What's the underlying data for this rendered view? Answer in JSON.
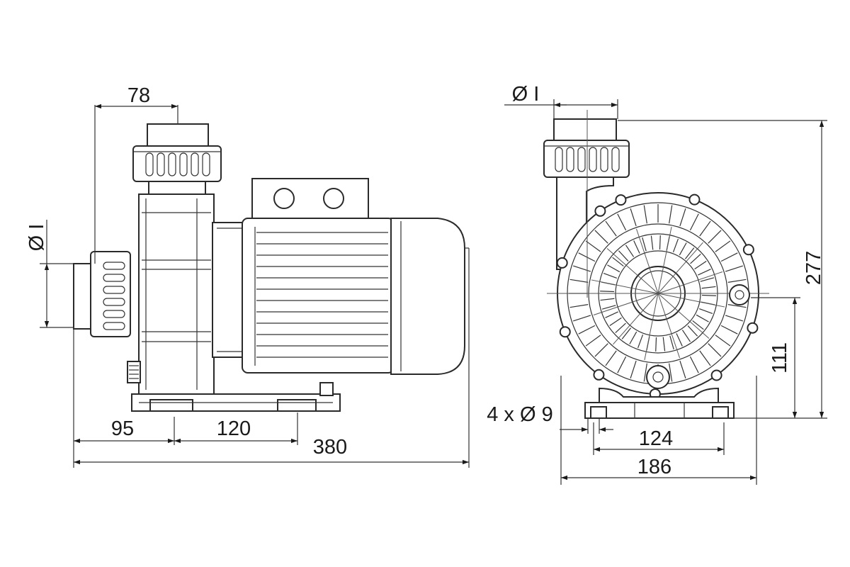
{
  "colors": {
    "ink": "#2a2a2a",
    "background": "#ffffff"
  },
  "side_view": {
    "inlet_width": "78",
    "inlet_diameter": "Ø I",
    "dim_95": "95",
    "dim_120": "120",
    "dim_380": "380"
  },
  "front_view": {
    "outlet_diameter": "Ø I",
    "height_277": "277",
    "height_111": "111",
    "holes": "4 x Ø 9",
    "dim_124": "124",
    "dim_186": "186"
  }
}
